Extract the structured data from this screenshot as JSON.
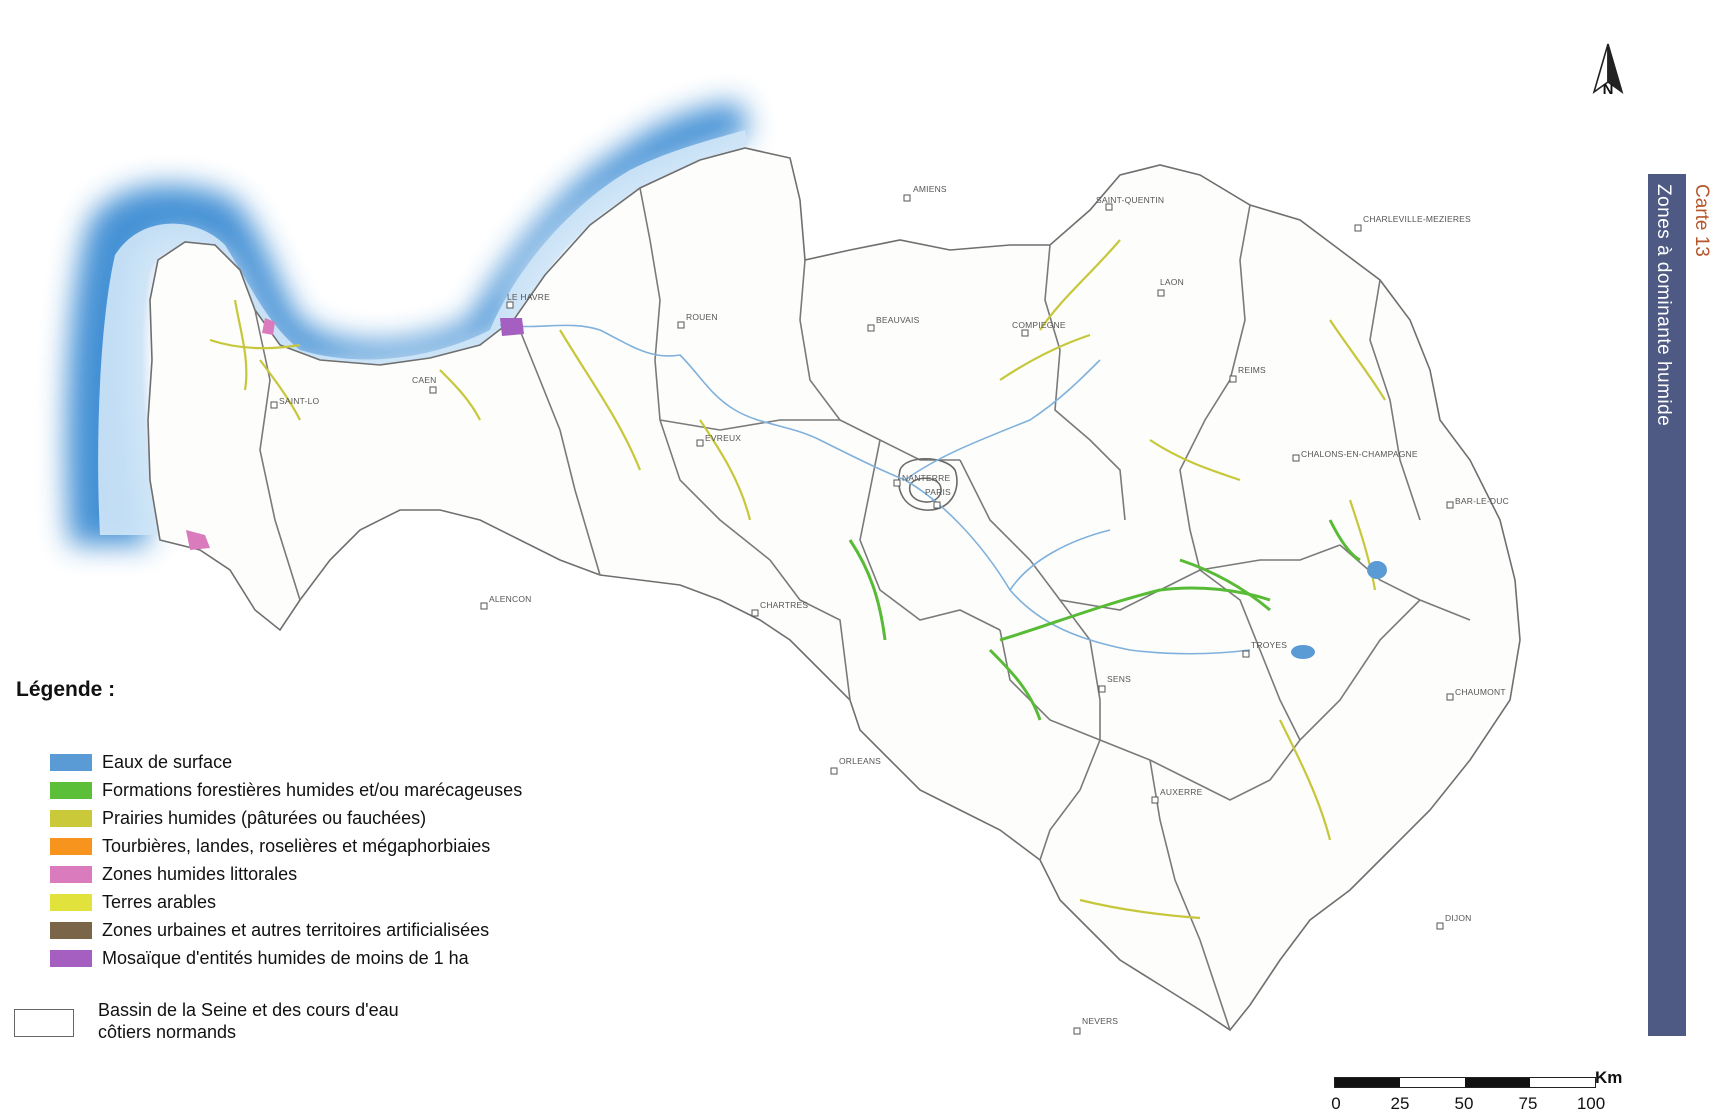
{
  "north_arrow": {
    "label": "N"
  },
  "cities": [
    {
      "name": "AMIENS"
    },
    {
      "name": "SAINT-QUENTIN"
    },
    {
      "name": "CHARLEVILLE-MEZIERES"
    },
    {
      "name": "LE HAVRE"
    },
    {
      "name": "ROUEN"
    },
    {
      "name": "BEAUVAIS"
    },
    {
      "name": "COMPIEGNE"
    },
    {
      "name": "LAON"
    },
    {
      "name": "CAEN"
    },
    {
      "name": "SAINT-LO"
    },
    {
      "name": "REIMS"
    },
    {
      "name": "EVREUX"
    },
    {
      "name": "NANTERRE"
    },
    {
      "name": "PARIS"
    },
    {
      "name": "CHALONS-EN-CHAMPAGNE"
    },
    {
      "name": "BAR-LE-DUC"
    },
    {
      "name": "ALENCON"
    },
    {
      "name": "CHARTRES"
    },
    {
      "name": "TROYES"
    },
    {
      "name": "SENS"
    },
    {
      "name": "CHAUMONT"
    },
    {
      "name": "ORLEANS"
    },
    {
      "name": "AUXERRE"
    },
    {
      "name": "DIJON"
    },
    {
      "name": "NEVERS"
    }
  ],
  "legend": {
    "title": "Légende :",
    "items": [
      {
        "label": "Eaux de surface",
        "color": "#5b9bd5"
      },
      {
        "label": "Formations forestières humides et/ou marécageuses",
        "color": "#5bbf3a"
      },
      {
        "label": "Prairies humides (pâturées ou fauchées)",
        "color": "#c9c93a"
      },
      {
        "label": "Tourbières, landes, roselières et mégaphorbiaies",
        "color": "#f7941d"
      },
      {
        "label": "Zones humides littorales",
        "color": "#d97bbd"
      },
      {
        "label": "Terres arables",
        "color": "#e2e23c"
      },
      {
        "label": "Zones urbaines et autres territoires artificialisées",
        "color": "#7a6548"
      },
      {
        "label": "Mosaïque d'entités humides de moins de 1 ha",
        "color": "#a45fc0"
      }
    ],
    "basin": {
      "label": "Bassin de la Seine et des cours d'eau côtiers normands"
    }
  },
  "side": {
    "card": "Carte 13",
    "title": "Zones à dominante humide"
  },
  "scale": {
    "unit": "Km",
    "ticks": [
      "0",
      "25",
      "50",
      "75",
      "100"
    ]
  },
  "colors": {
    "sea": "#3d8fd6",
    "panel": "#4e5a84",
    "boundary": "#777777"
  }
}
